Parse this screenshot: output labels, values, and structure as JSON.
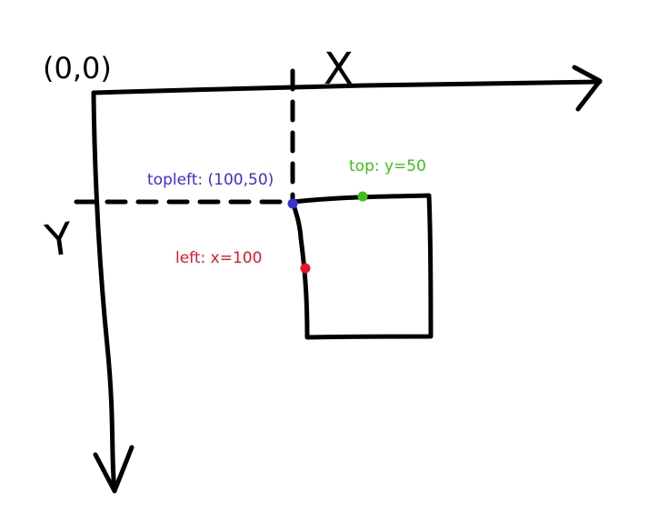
{
  "origin_label": "(0,0)",
  "x_axis_label": "X",
  "y_axis_label": "Y",
  "points": {
    "topleft": {
      "label": "topleft: (100,50)",
      "color": "#3a2fd6"
    },
    "top": {
      "label": "top: y=50",
      "color": "#3cc21b"
    },
    "left": {
      "label": "left: x=100",
      "color": "#e8142c"
    }
  }
}
